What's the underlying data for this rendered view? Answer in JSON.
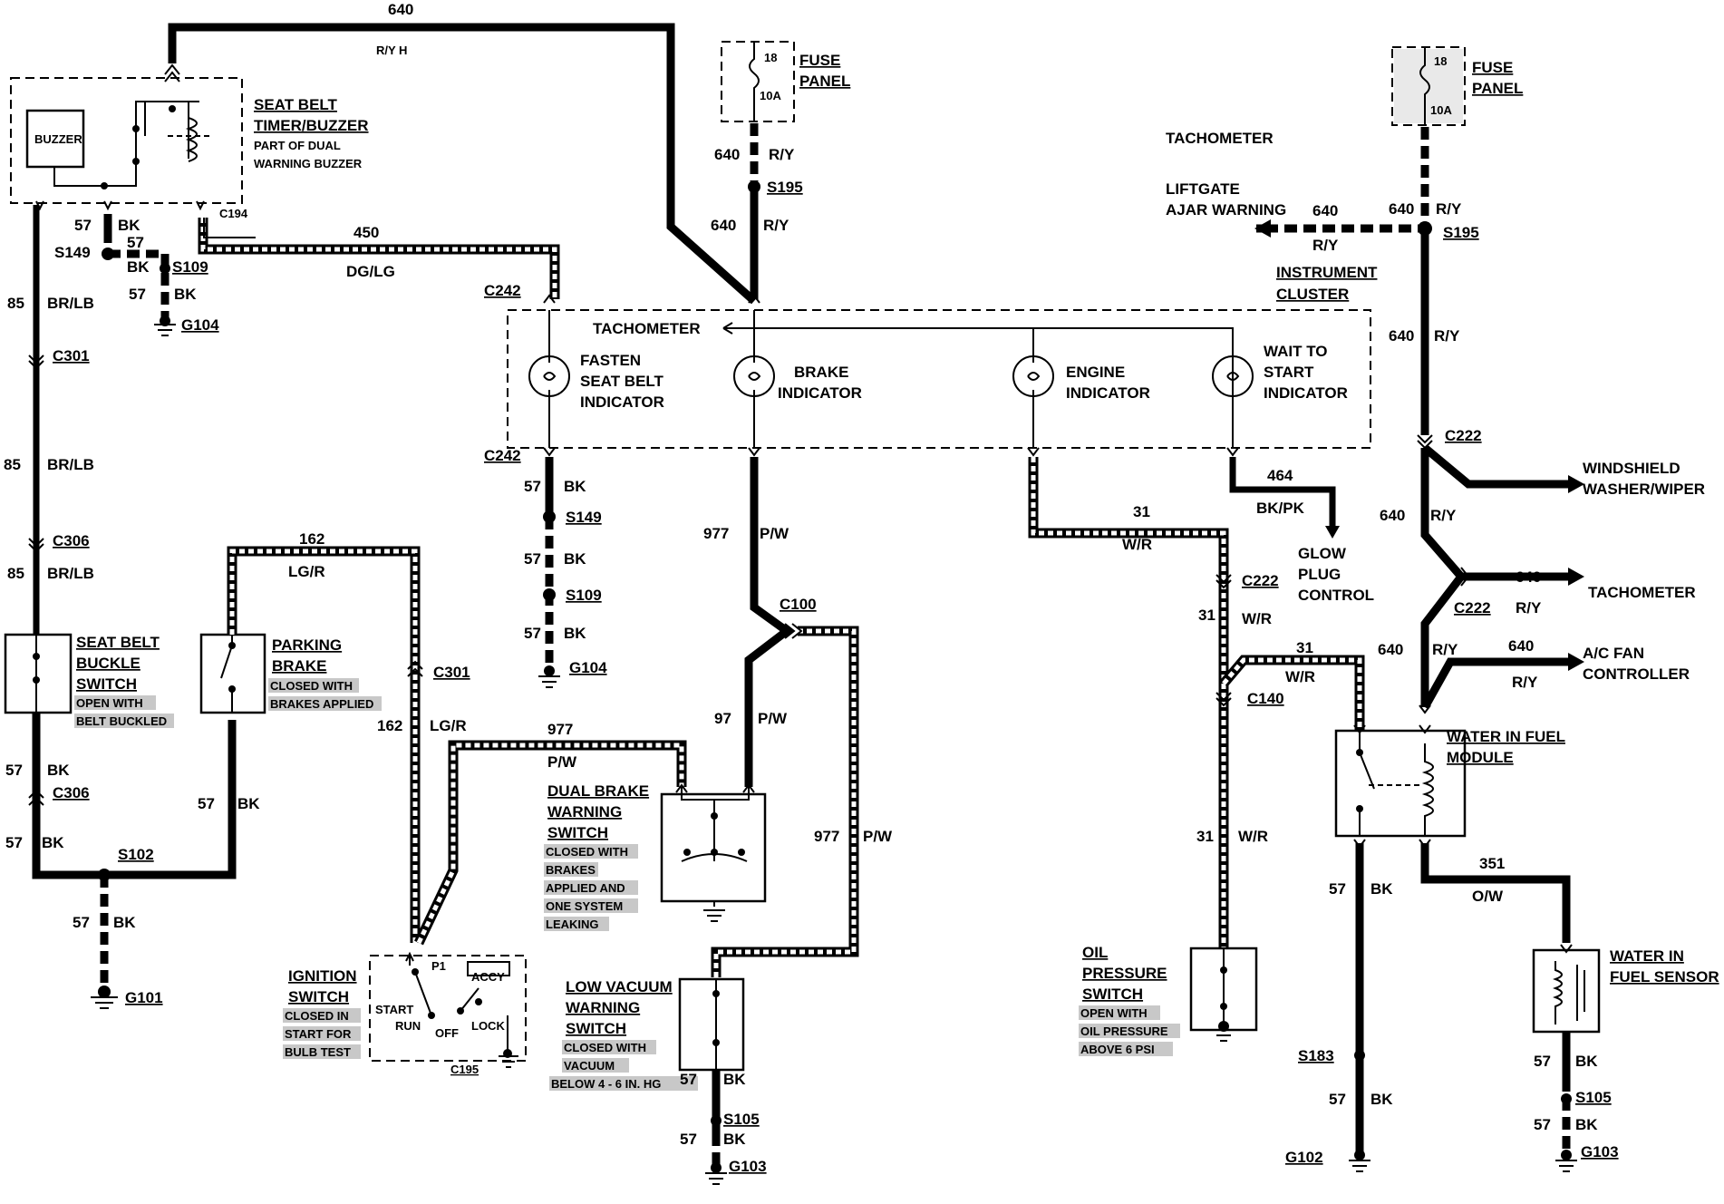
{
  "labels": {
    "w640_top": "640",
    "ry_h": "R/Y H",
    "seatbelt_title1": "SEAT BELT",
    "seatbelt_title2": "TIMER/BUZZER",
    "seatbelt_sub1": "PART OF DUAL",
    "seatbelt_sub2": "WARNING BUZZER",
    "buzzer": "BUZZER",
    "c194": "C194",
    "n57a": "57",
    "bk_a": "BK",
    "s149_top": "S149",
    "n57b": "57",
    "bk_b": "BK",
    "s109_top": "S109",
    "n57c": "57",
    "bk_c": "BK",
    "g104_top": "G104",
    "n450": "450",
    "dglg": "DG/LG",
    "n85a": "85",
    "brlb_a": "BR/LB",
    "c301_left": "C301",
    "n85b": "85",
    "brlb_b": "BR/LB",
    "c306_top": "C306",
    "n85c": "85",
    "brlb_c": "BR/LB",
    "sbb_1": "SEAT BELT",
    "sbb_2": "BUCKLE",
    "sbb_3": "SWITCH",
    "sbb_4": "OPEN WITH",
    "sbb_5": "BELT BUCKLED",
    "n57d": "57",
    "bk_d": "BK",
    "c306_bot": "C306",
    "n57e": "57",
    "bk_e": "BK",
    "s102": "S102",
    "n57f": "57",
    "bk_f": "BK",
    "g101": "G101",
    "n162_top": "162",
    "lgr_top": "LG/R",
    "pb_1": "PARKING",
    "pb_2": "BRAKE",
    "pb_3": "CLOSED WITH",
    "pb_4": "BRAKES APPLIED",
    "n57g": "57",
    "bk_g": "BK",
    "c301_mid": "C301",
    "n162_mid": "162",
    "lgr_mid": "LG/R",
    "n977_mid": "977",
    "pw_mid": "P/W",
    "ign_1": "IGNITION",
    "ign_2": "SWITCH",
    "ign_3": "CLOSED IN",
    "ign_4": "START FOR",
    "ign_5": "BULB TEST",
    "p1": "P1",
    "accy": "ACCY",
    "start": "START",
    "run": "RUN",
    "off": "OFF",
    "lock": "LOCK",
    "c195": "C195",
    "fuse1_18": "18",
    "fuse1_10a": "10A",
    "fuse1_t1": "FUSE",
    "fuse1_t2": "PANEL",
    "n640_f1a": "640",
    "ry_f1a": "R/Y",
    "s195_a": "S195",
    "n640_f1b": "640",
    "ry_f1b": "R/Y",
    "c242_top": "C242",
    "tach_in": "TACHOMETER",
    "fasten_1": "FASTEN",
    "fasten_2": "SEAT BELT",
    "fasten_3": "INDICATOR",
    "brake_1": "BRAKE",
    "brake_2": "INDICATOR",
    "eng_1": "ENGINE",
    "eng_2": "INDICATOR",
    "wts_1": "WAIT TO",
    "wts_2": "START",
    "wts_3": "INDICATOR",
    "c242_bot": "C242",
    "n57h": "57",
    "bk_h": "BK",
    "s149_mid": "S149",
    "n57i": "57",
    "bk_i": "BK",
    "s109_mid": "S109",
    "n57j": "57",
    "bk_j": "BK",
    "g104_mid": "G104",
    "n977_b": "977",
    "pw_b": "P/W",
    "c100": "C100",
    "n97": "97",
    "pw_c": "P/W",
    "n977_c": "977",
    "pw_d": "P/W",
    "dbw_1": "DUAL BRAKE",
    "dbw_2": "WARNING",
    "dbw_3": "SWITCH",
    "dbw_4": "CLOSED WITH",
    "dbw_5": "BRAKES",
    "dbw_6": "APPLIED AND",
    "dbw_7": "ONE SYSTEM",
    "dbw_8": "LEAKING",
    "lvw_1": "LOW VACUUM",
    "lvw_2": "WARNING",
    "lvw_3": "SWITCH",
    "lvw_4": "CLOSED WITH",
    "lvw_5": "VACUUM",
    "lvw_6": "BELOW 4 - 6 IN. HG",
    "n57k": "57",
    "bk_k": "BK",
    "s105_a": "S105",
    "n57l": "57",
    "bk_l": "BK",
    "g103_a": "G103",
    "n464": "464",
    "bkpk": "BK/PK",
    "glow_1": "GLOW",
    "glow_2": "PLUG",
    "glow_3": "CONTROL",
    "n31_a": "31",
    "wr_a": "W/R",
    "c222_a": "C222",
    "n31_b": "31",
    "wr_b": "W/R",
    "n31_c": "31",
    "wr_c": "W/R",
    "c140": "C140",
    "n31_d": "31",
    "wr_d": "W/R",
    "oil_1": "OIL",
    "oil_2": "PRESSURE",
    "oil_3": "SWITCH",
    "oil_4": "OPEN WITH",
    "oil_5": "OIL PRESSURE",
    "oil_6": "ABOVE 6 PSI",
    "tach_top": "TACHOMETER",
    "lift_1": "LIFTGATE",
    "lift_2": "AJAR WARNING",
    "n640_l": "640",
    "ry_l": "R/Y",
    "n640_r": "640",
    "ry_r": "R/Y",
    "s195_b": "S195",
    "ic_1": "INSTRUMENT",
    "ic_2": "CLUSTER",
    "fuse2_18": "18",
    "fuse2_10a": "10A",
    "fuse2_t1": "FUSE",
    "fuse2_t2": "PANEL",
    "n640_m": "640",
    "ry_m": "R/Y",
    "c222_b": "C222",
    "ws_1": "WINDSHIELD",
    "ws_2": "WASHER/WIPER",
    "n640_n": "640",
    "ry_n": "R/Y",
    "n640_t": "640",
    "ry_t": "R/Y",
    "tach_out": "TACHOMETER",
    "c222_c": "C222",
    "n640_o": "640",
    "ry_o": "R/Y",
    "n640_ac": "640",
    "ry_ac": "R/Y",
    "ac_1": "A/C FAN",
    "ac_2": "CONTROLLER",
    "wif_1": "WATER IN FUEL",
    "wif_2": "MODULE",
    "n351": "351",
    "ow": "O/W",
    "n57m": "57",
    "bk_m": "BK",
    "s183": "S183",
    "n57n": "57",
    "bk_n": "BK",
    "g102": "G102",
    "wfs_1": "WATER IN",
    "wfs_2": "FUEL SENSOR",
    "n57o": "57",
    "bk_o": "BK",
    "s105_b": "S105",
    "n57p": "57",
    "bk_p": "BK",
    "g103_b": "G103"
  }
}
